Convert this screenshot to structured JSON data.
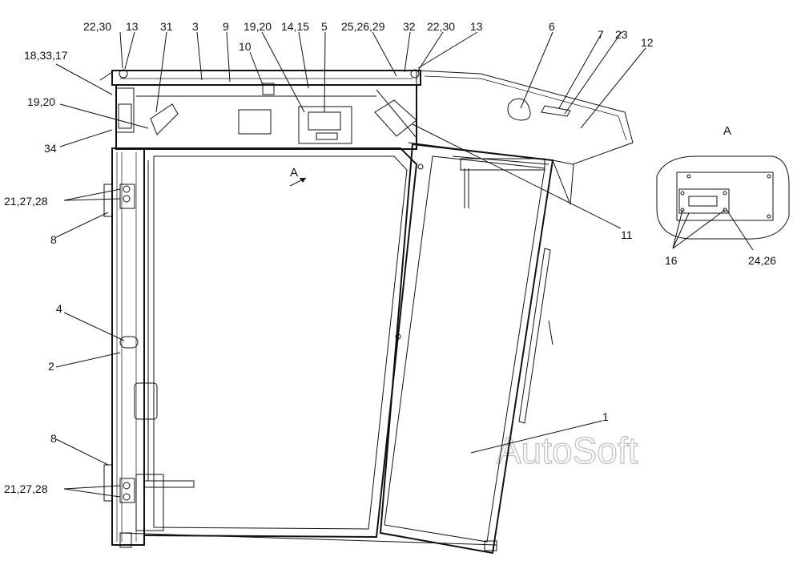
{
  "watermark": "AutoSoft",
  "view_label": "A",
  "view_label_detail": "A",
  "callouts": {
    "c1": "1",
    "c2": "2",
    "c3": "3",
    "c4": "4",
    "c5": "5",
    "c6": "6",
    "c7": "7",
    "c8a": "8",
    "c8b": "8",
    "c9": "9",
    "c10": "10",
    "c11": "11",
    "c12": "12",
    "c13a": "13",
    "c13b": "13",
    "c14_15": "14,15",
    "c16": "16",
    "c18_33_17": "18,33,17",
    "c19_20a": "19,20",
    "c19_20b": "19,20",
    "c21_27_28a": "21,27,28",
    "c21_27_28b": "21,27,28",
    "c22_30a": "22,30",
    "c22_30b": "22,30",
    "c23": "23",
    "c24_26": "24,26",
    "c25_26_29": "25,26,29",
    "c31": "31",
    "c32": "32",
    "c34": "34"
  }
}
